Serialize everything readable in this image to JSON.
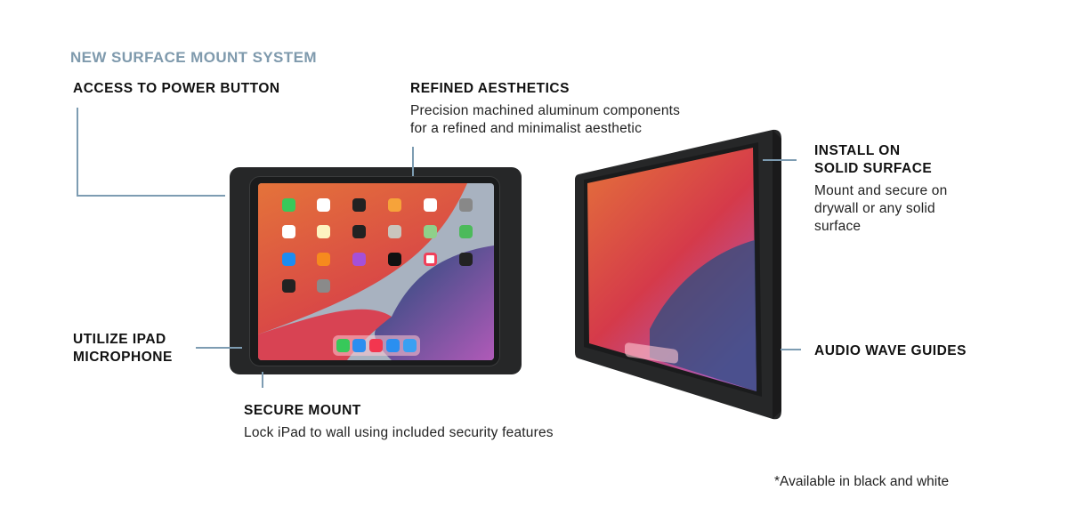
{
  "heading": "NEW SURFACE MOUNT SYSTEM",
  "features": {
    "power": {
      "title": "ACCESS TO POWER BUTTON"
    },
    "aesthetics": {
      "title": "REFINED AESTHETICS",
      "line1": "Precision machined aluminum components",
      "line2": "for a refined and minimalist aesthetic"
    },
    "install": {
      "title1": "INSTALL ON",
      "title2": "SOLID SURFACE",
      "line1": "Mount and secure on",
      "line2": "drywall or any solid",
      "line3": "surface"
    },
    "microphone": {
      "title1": "UTILIZE IPAD",
      "title2": "MICROPHONE"
    },
    "secure": {
      "title": "SECURE MOUNT",
      "line1": "Lock iPad to wall using included security features"
    },
    "audio": {
      "title": "AUDIO WAVE GUIDES"
    }
  },
  "footnote": "*Available in black and white",
  "colors": {
    "accent": "#7f9aad",
    "leader": "#7d9cb2",
    "mount": "#262728"
  }
}
